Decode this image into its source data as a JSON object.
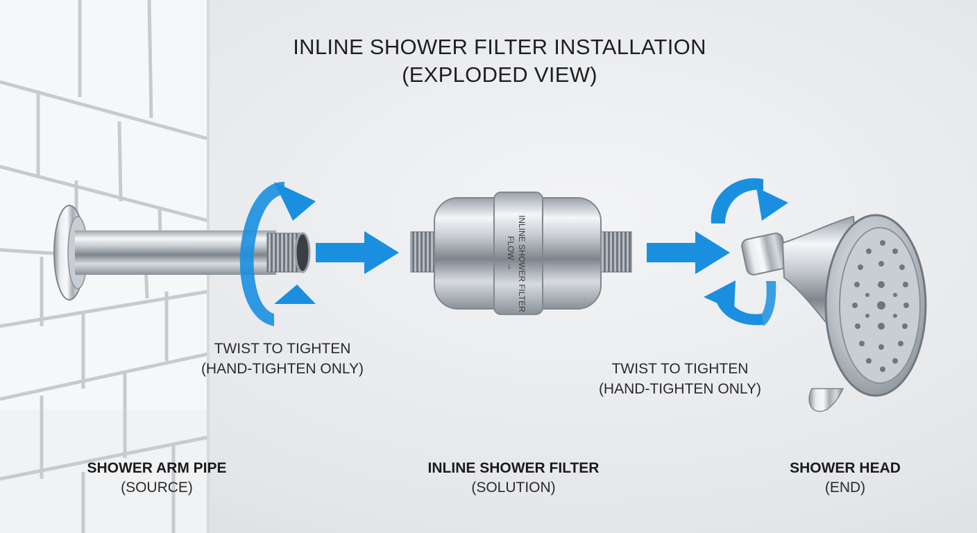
{
  "title": {
    "line1": "INLINE SHOWER FILTER INSTALLATION",
    "line2": "(EXPLODED VIEW)"
  },
  "notes": {
    "left": {
      "line1": "TWIST TO TIGHTEN",
      "line2": "(HAND-TIGHTEN ONLY)"
    },
    "right": {
      "line1": "TWIST TO TIGHTEN",
      "line2": "(HAND-TIGHTEN ONLY)"
    }
  },
  "filter_engraving": {
    "name": "INLINE SHOWER FILTER",
    "flow": "FLOW →"
  },
  "components": [
    {
      "name": "SHOWER ARM PIPE",
      "role": "(SOURCE)"
    },
    {
      "name": "INLINE SHOWER FILTER",
      "role": "(SOLUTION)"
    },
    {
      "name": "SHOWER HEAD",
      "role": "(END)"
    }
  ],
  "colors": {
    "arrow_blue": "#1a8fe0",
    "chrome_light": "#f2f4f6",
    "chrome_dark": "#8c939a",
    "tile": "#f7f8f9",
    "grout": "#c9cdd1"
  }
}
